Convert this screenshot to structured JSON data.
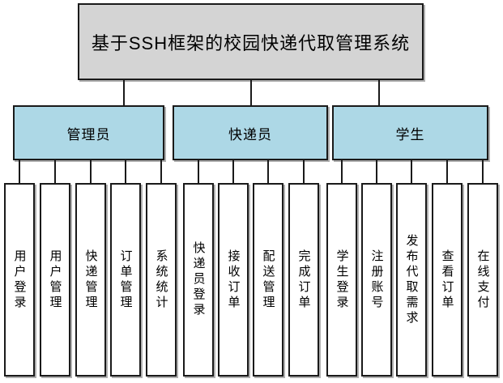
{
  "diagram": {
    "root_label": "基于SSH框架的校园快递代取管理系统",
    "groups": [
      {
        "label": "管理员",
        "children": [
          "用户登录",
          "用户管理",
          "快递管理",
          "订单管理",
          "系统统计"
        ]
      },
      {
        "label": "快递员",
        "children": [
          "快递员登录",
          "接收订单",
          "配送管理",
          "完成订单"
        ]
      },
      {
        "label": "学生",
        "children": [
          "学生登录",
          "注册账号",
          "发布代取需求",
          "查看订单",
          "在线支付"
        ]
      }
    ],
    "colors": {
      "root_fill": "#d4d4d4",
      "group_fill": "#add8e6",
      "leaf_fill": "#ffffff",
      "border": "#1a1a1a",
      "connector": "#1a1a1a"
    }
  }
}
